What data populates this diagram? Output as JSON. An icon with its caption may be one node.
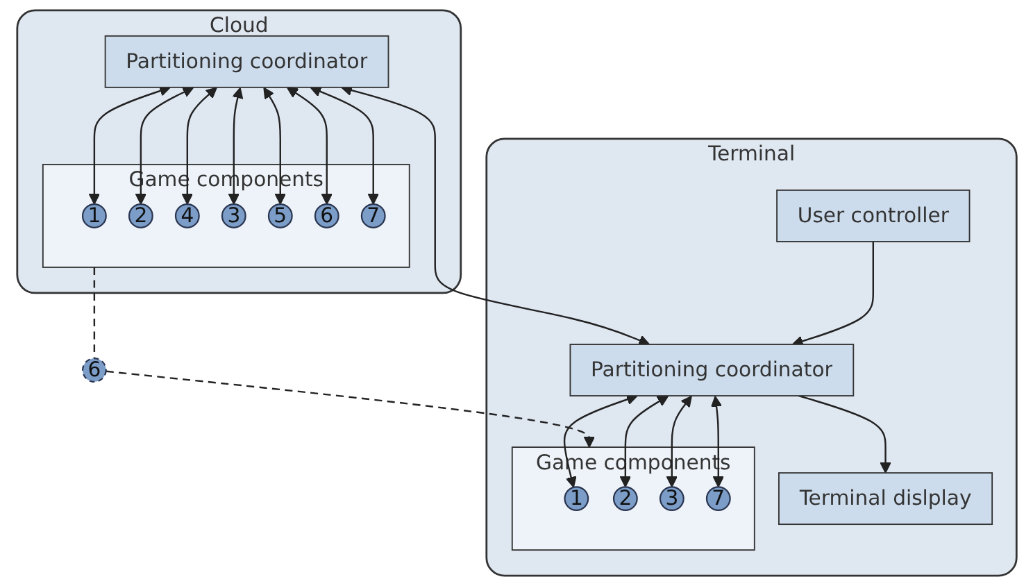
{
  "diagram": {
    "nodes": [
      {
        "text": [
          "Cloud"
        ]
      },
      {
        "text": [
          "Partitioning coordinator"
        ],
        "in": 0
      },
      {
        "text": [
          "Game components"
        ],
        "in": 0
      },
      {
        "text": [
          "1"
        ],
        "in": 2
      },
      {
        "text": [
          "2"
        ],
        "in": 2
      },
      {
        "text": [
          "4"
        ],
        "in": 2
      },
      {
        "text": [
          "3"
        ],
        "in": 2
      },
      {
        "text": [
          "5"
        ],
        "in": 2
      },
      {
        "text": [
          "6"
        ],
        "in": 2
      },
      {
        "text": [
          "7"
        ],
        "in": 2
      },
      {
        "text": [
          "6"
        ]
      },
      {
        "text": [
          "Terminal"
        ]
      },
      {
        "text": [
          "Terminal dislplay"
        ],
        "in": 11
      },
      {
        "text": [
          "User controller"
        ],
        "in": 11
      },
      {
        "text": [
          "Partitioning coordinator"
        ],
        "in": 11
      },
      {
        "text": [
          "Game components"
        ],
        "in": 11
      },
      {
        "text": [
          "1"
        ],
        "in": 15
      },
      {
        "text": [
          "2"
        ],
        "in": 15
      },
      {
        "text": [
          "3"
        ],
        "in": 15
      },
      {
        "text": [
          "7"
        ],
        "in": 15
      }
    ],
    "edges": [
      {
        "from": 1,
        "to": 3,
        "arrow": "both"
      },
      {
        "from": 1,
        "to": 4,
        "arrow": "both"
      },
      {
        "from": 1,
        "to": 5,
        "arrow": "both"
      },
      {
        "from": 1,
        "to": 6,
        "arrow": "both"
      },
      {
        "from": 1,
        "to": 7,
        "arrow": "both"
      },
      {
        "from": 1,
        "to": 8,
        "arrow": "both"
      },
      {
        "from": 1,
        "to": 9,
        "arrow": "both"
      },
      {
        "from": 1,
        "to": 14,
        "arrow": "both"
      },
      {
        "from": 2,
        "to": 10,
        "arrow": "none",
        "style": "dashed"
      },
      {
        "from": 10,
        "to": 15,
        "arrow": "to",
        "style": "dashed"
      },
      {
        "from": 14,
        "to": 12,
        "arrow": "to"
      },
      {
        "from": 13,
        "to": 14,
        "arrow": "to"
      },
      {
        "from": 14,
        "to": 16,
        "arrow": "both"
      },
      {
        "from": 14,
        "to": 17,
        "arrow": "both"
      },
      {
        "from": 14,
        "to": 18,
        "arrow": "both"
      },
      {
        "from": 14,
        "to": 19,
        "arrow": "both"
      }
    ]
  }
}
